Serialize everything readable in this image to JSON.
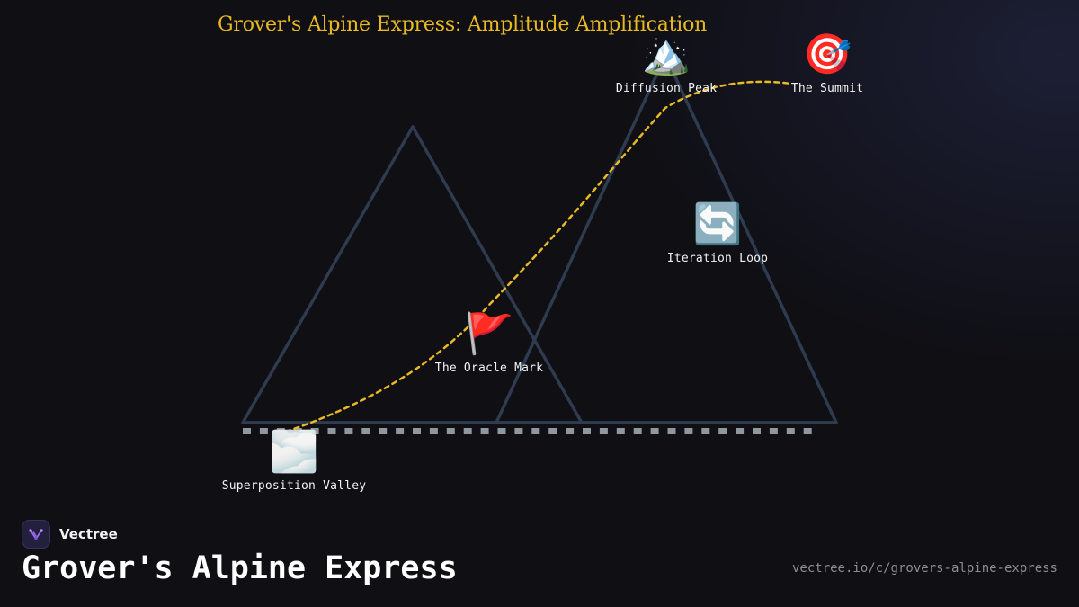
{
  "diagram": {
    "title": "Grover's Alpine Express: Amplitude Amplification",
    "colors": {
      "mountain": "#2f3b4f",
      "track": "#8f979f",
      "path": "#e8b923",
      "title": "#e8b923"
    },
    "nodes": [
      {
        "id": "valley",
        "icon": "🌫️",
        "icon_name": "fog-icon",
        "label": "Superposition Valley"
      },
      {
        "id": "oracle",
        "icon": "🚩",
        "icon_name": "red-flag-icon",
        "label": "The Oracle Mark"
      },
      {
        "id": "loop",
        "icon": "🔄",
        "icon_name": "loop-arrows-icon",
        "label": "Iteration Loop"
      },
      {
        "id": "diffusion",
        "icon": "🏔️",
        "icon_name": "snow-mountain-icon",
        "label": "Diffusion Peak"
      },
      {
        "id": "summit",
        "icon": "🎯",
        "icon_name": "target-icon",
        "label": "The Summit"
      }
    ]
  },
  "brand": {
    "name": "Vectree",
    "logo_icon": "vectree-logo-icon"
  },
  "footer": {
    "title": "Grover's Alpine Express",
    "url": "vectree.io/c/grovers-alpine-express"
  }
}
